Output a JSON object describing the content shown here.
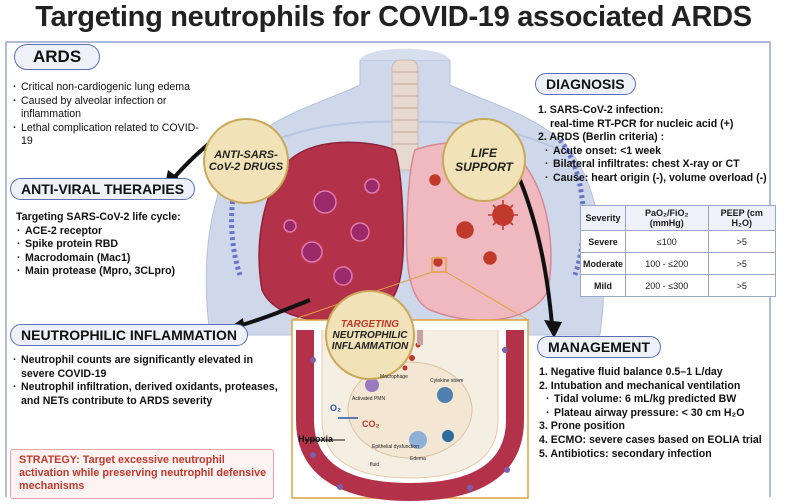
{
  "title": "Targeting neutrophils for COVID-19 associated ARDS",
  "ards": {
    "heading": "ARDS",
    "items": [
      "Critical non-cardiogenic lung edema",
      "Caused by alveolar infection or inflammation",
      "Lethal complication related to COVID-19"
    ]
  },
  "antiviral": {
    "heading": "ANTI-VIRAL THERAPIES",
    "intro": "Targeting SARS-CoV-2 life cycle:",
    "items": [
      "ACE-2 receptor",
      "Spike protein RBD",
      "Macrodomain (Mac1)",
      "Main protease (Mpro, 3CLpro)"
    ]
  },
  "neutrophilic": {
    "heading": "NEUTROPHILIC INFLAMMATION",
    "items": [
      "Neutrophil counts are significantly elevated in severe COVID-19",
      "Neutrophil infiltration, derived oxidants, proteases, and NETs contribute to ARDS severity"
    ],
    "strategy": "STRATEGY: Target excessive neutrophil activation while preserving neutrophil defensive mechanisms"
  },
  "circles": {
    "drugs": "ANTI-SARS-CoV-2 DRUGS",
    "life": "LIFE SUPPORT",
    "targeting_top": "TARGETING",
    "targeting_bottom": "NEUTROPHILIC INFLAMMATION"
  },
  "diagnosis": {
    "heading": "DIAGNOSIS",
    "line1a": "1. SARS-CoV-2 infection:",
    "line1b": "real-time RT-PCR for nucleic acid  (+)",
    "line2": "2. ARDS (Berlin criteria) :",
    "sub": [
      "Acute onset: <1 week",
      "Bilateral infiltrates: chest X-ray or CT",
      "Cause: heart origin (-), volume overload (-)"
    ],
    "table": {
      "headers": [
        "Severity",
        "PaO₂/FiO₂ (mmHg)",
        "PEEP (cm H₂O)"
      ],
      "rows": [
        [
          "Severe",
          "≤100",
          ">5"
        ],
        [
          "Moderate",
          "100 - ≤200",
          ">5"
        ],
        [
          "Mild",
          "200 - ≤300",
          ">5"
        ]
      ]
    }
  },
  "management": {
    "heading": "MANAGEMENT",
    "line1": "1. Negative fluid balance 0.5–1 L/day",
    "line2": "2. Intubation and mechanical ventilation",
    "sub": [
      "Tidal volume: 6 mL/kg predicted BW",
      "Plateau airway pressure: < 30 cm H₂O"
    ],
    "line3": "3. Prone position",
    "line4": "4. ECMO: severe cases based on EOLIA trial",
    "line5": "5. Antibiotics: secondary infection"
  },
  "alveolus": {
    "hypoxia": "Hypoxia",
    "o2": "O₂",
    "co2": "CO₂",
    "macrophage": "Macrophage",
    "pmn": "Activated PMN",
    "cytokine": "Cytokine storm",
    "epithelial": "Epithelial dysfunction",
    "edema": "Edema",
    "fluid": "fluid"
  },
  "colors": {
    "accent_blue": "#5a6fb8",
    "circle_fill": "#f2e2b8",
    "strategy_red": "#c0392b",
    "lung_left": "#b3324a",
    "lung_right": "#f0b8bf",
    "virus": "#c0392b"
  }
}
